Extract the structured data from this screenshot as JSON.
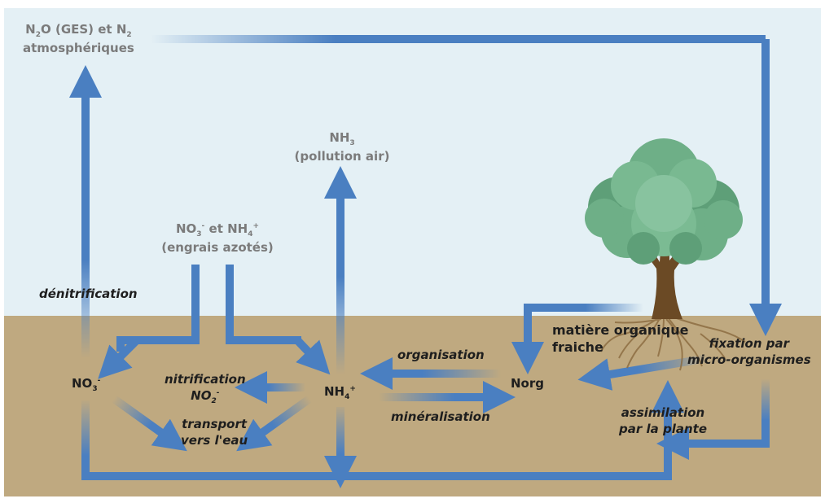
{
  "colors": {
    "sky": "#e4f0f5",
    "soil": "#bfa980",
    "arrow": "#4a7fc1",
    "tree_foliage": "#6eaf87",
    "tree_trunk": "#6b4a25"
  },
  "nodes": {
    "atmo": {
      "line1_a": "N",
      "line1_sub1": "2",
      "line1_b": "O (GES) et N",
      "line1_sub2": "2",
      "line2": "atmosphériques"
    },
    "nh3": {
      "line1_a": "NH",
      "line1_sub": "3",
      "line2": "(pollution air)"
    },
    "fert": {
      "a": "NO",
      "sub1": "3",
      "sup1": "-",
      "b": " et NH",
      "sub2": "4",
      "sup2": "+",
      "line2": "(engrais azotés)"
    },
    "no3": {
      "a": "NO",
      "sub": "3",
      "sup": "-"
    },
    "nh4": {
      "a": "NH",
      "sub": "4",
      "sup": "+"
    },
    "norg": "Norg",
    "mof": {
      "line1": "matière organique",
      "line2": "fraiche"
    }
  },
  "processes": {
    "denitrification": "dénitrification",
    "nitrification": "nitrification",
    "no2": {
      "a": "NO",
      "sub": "2",
      "sup": "-"
    },
    "transport": {
      "line1": "transport",
      "line2": "vers l'eau"
    },
    "organisation": "organisation",
    "mineralisation": "minéralisation",
    "fixation": {
      "line1": "fixation par",
      "line2": "micro-organismes"
    },
    "assimilation": {
      "line1": "assimilation",
      "line2": "par la plante"
    }
  }
}
